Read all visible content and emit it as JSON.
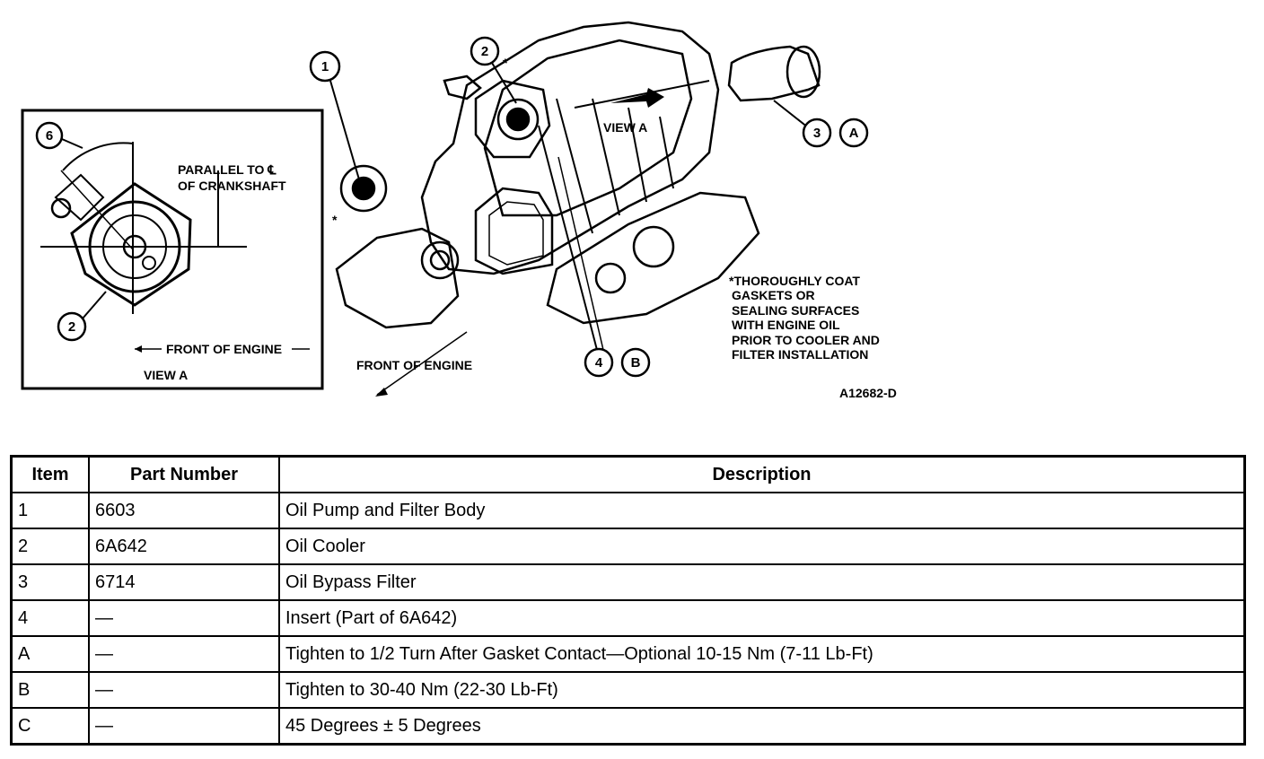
{
  "figure": {
    "callouts": {
      "c1": "1",
      "c2_top": "2",
      "c3": "3",
      "cA": "A",
      "c4": "4",
      "cB": "B",
      "c6": "6",
      "c2_view": "2"
    },
    "labels": {
      "view_a_top": "VIEW A",
      "parallel_1": "PARALLEL TO ℄",
      "parallel_2": "OF CRANKSHAFT",
      "front_inset": "FRONT OF ENGINE",
      "view_a_inset": "VIEW A",
      "front_main": "FRONT OF ENGINE",
      "note_1": "*THOROUGHLY COAT",
      "note_2": "GASKETS OR",
      "note_3": "SEALING SURFACES",
      "note_4": "WITH ENGINE OIL",
      "note_5": "PRIOR TO COOLER AND",
      "note_6": "FILTER INSTALLATION",
      "fig_id": "A12682-D",
      "asterisk_1": "*",
      "asterisk_2": "*"
    }
  },
  "table": {
    "headers": {
      "item": "Item",
      "part": "Part Number",
      "desc": "Description"
    },
    "rows": [
      {
        "item": "1",
        "part": "6603",
        "desc": "Oil Pump and Filter Body"
      },
      {
        "item": "2",
        "part": "6A642",
        "desc": "Oil Cooler"
      },
      {
        "item": "3",
        "part": "6714",
        "desc": "Oil Bypass Filter"
      },
      {
        "item": "4",
        "part": "—",
        "desc": "Insert (Part of 6A642)"
      },
      {
        "item": "A",
        "part": "—",
        "desc": "Tighten to 1/2 Turn After Gasket Contact—Optional 10-15 Nm (7-11 Lb-Ft)"
      },
      {
        "item": "B",
        "part": "—",
        "desc": "Tighten to 30-40 Nm (22-30 Lb-Ft)"
      },
      {
        "item": "C",
        "part": "—",
        "desc": "45 Degrees ± 5 Degrees"
      }
    ]
  }
}
